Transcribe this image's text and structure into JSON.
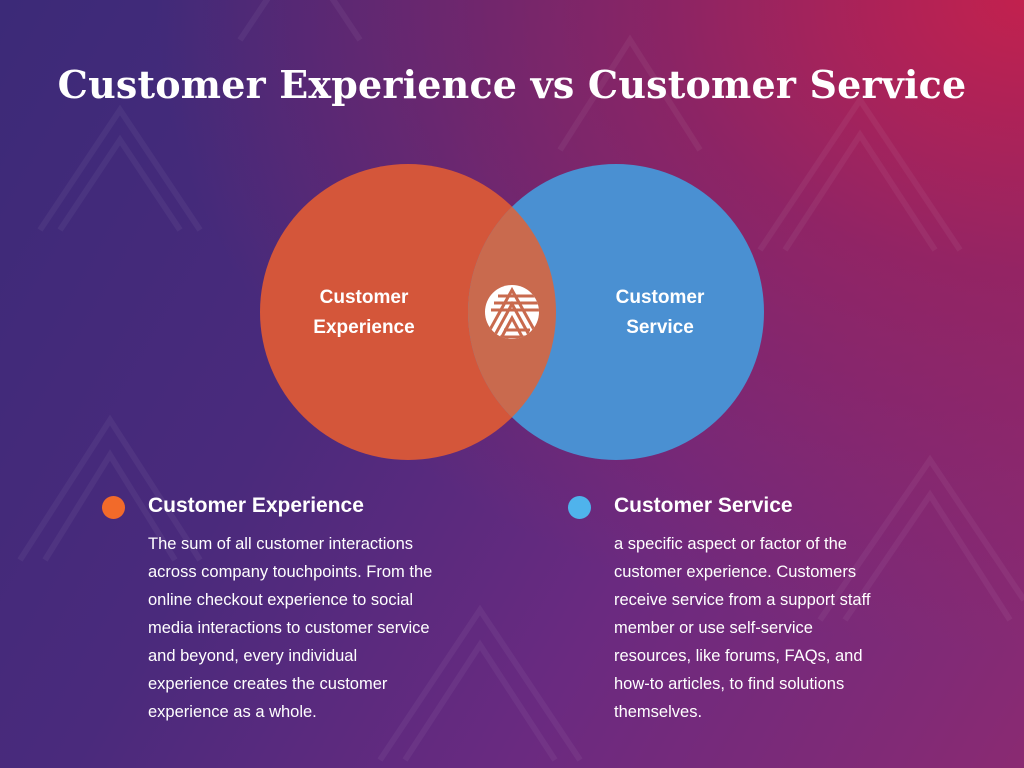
{
  "title": "Customer Experience vs Customer Service",
  "colors": {
    "experience": "#d4563a",
    "service": "#4a90d2",
    "experience_dot": "#f26a2a",
    "service_dot": "#4fb3ec"
  },
  "center_icon": "triangle-logo-icon",
  "venn": {
    "left_label": [
      "Customer",
      "Experience"
    ],
    "right_label": [
      "Customer",
      "Service"
    ]
  },
  "legend": [
    {
      "heading": "Customer Experience",
      "lines": [
        "The sum of all customer interactions",
        "across company touchpoints. From the",
        "online checkout experience to social",
        "media interactions to customer service",
        "and beyond, every individual",
        "experience creates the customer",
        "experience as a whole."
      ]
    },
    {
      "heading": "Customer Service",
      "lines": [
        "a specific aspect or factor of the",
        "customer experience. Customers",
        "receive service from a support staff",
        "member or use self-service",
        "resources, like forums, FAQs, and",
        "how-to articles, to find solutions",
        "themselves."
      ]
    }
  ]
}
